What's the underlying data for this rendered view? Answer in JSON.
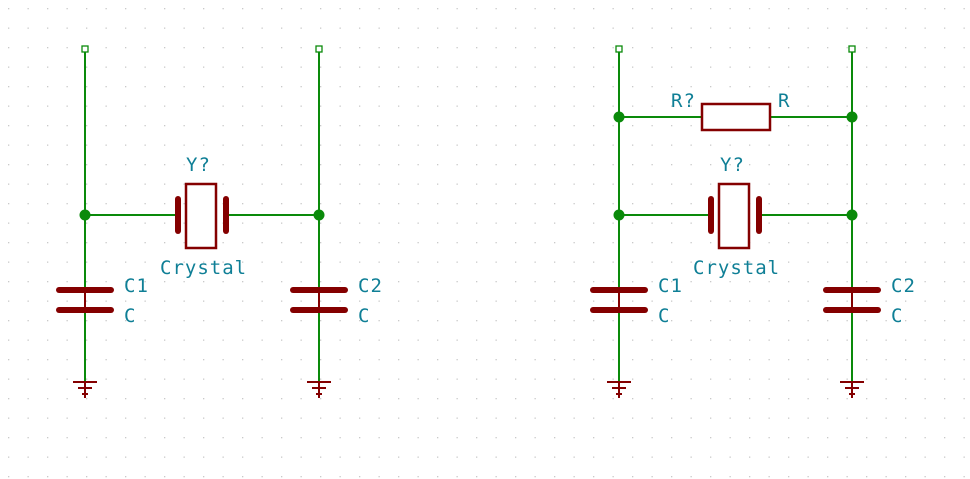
{
  "colors": {
    "wire": "#0a8a0a",
    "component": "#840000",
    "label": "#0f7f96",
    "grid_dot": "#c9c9c9",
    "background": "#ffffff"
  },
  "circuit_left": {
    "crystal": {
      "ref": "Y?",
      "value": "Crystal"
    },
    "cap1": {
      "ref": "C1",
      "value": "C"
    },
    "cap2": {
      "ref": "C2",
      "value": "C"
    }
  },
  "circuit_right": {
    "resistor": {
      "ref": "R?",
      "value": "R"
    },
    "crystal": {
      "ref": "Y?",
      "value": "Crystal"
    },
    "cap1": {
      "ref": "C1",
      "value": "C"
    },
    "cap2": {
      "ref": "C2",
      "value": "C"
    }
  }
}
